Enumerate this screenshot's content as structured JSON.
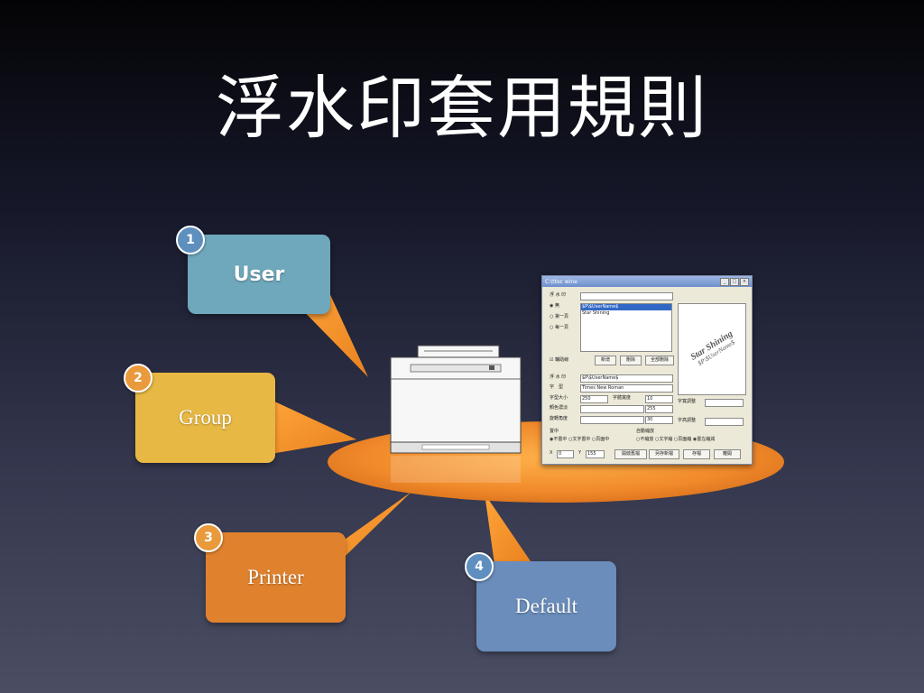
{
  "slide": {
    "title": "浮水印套用規則"
  },
  "rules": [
    {
      "step": "1",
      "label": "User"
    },
    {
      "step": "2",
      "label": "Group"
    },
    {
      "step": "3",
      "label": "Printer"
    },
    {
      "step": "4",
      "label": "Default"
    }
  ],
  "colors": {
    "user": "#6fa8bd",
    "group": "#e8b844",
    "printer": "#e0822d",
    "default": "#6a8dbb",
    "platform": "#f2962f"
  },
  "dialog": {
    "title": "C:\\ttec wine",
    "window_buttons": [
      "_",
      "□",
      "×"
    ],
    "labels": {
      "watermark": "浮 水 印",
      "opt_none": "無",
      "opt_first": "第一頁",
      "opt_each": "每一頁",
      "outline": "輔助線",
      "watermark2": "浮 水 印",
      "font": "字　型",
      "size": "字型大小",
      "color": "顏色濃淡",
      "angle": "旋轉角度",
      "width": "字體寬度",
      "hadjust": "字寬調整",
      "vadjust": "字高調整",
      "center": "置中",
      "autocolor": "自動縮放",
      "x": "X",
      "y": "Y"
    },
    "list_items": [
      "$P\\$UserName$",
      "Star Shining"
    ],
    "fields": {
      "watermark2_value": "$P\\$UserName$",
      "font_value": "Times New Roman",
      "size_value": "250",
      "width_value": "10",
      "color_value": "255",
      "angle_value": "30",
      "x_value": "0",
      "y_value": "155"
    },
    "buttons": {
      "add": "新增",
      "delete": "刪除",
      "delete_all": "全部刪除",
      "open_preset": "開啟舊檔",
      "save_new": "另存新檔",
      "save": "存檔",
      "close": "離開"
    },
    "center_options": "◉不置中 ○文字置中 ○頁面中",
    "scale_options": "○不縮放 ○文字縮 ○頁面縮 ◉置左縮減",
    "preview": {
      "line1": "Star Shining",
      "line2": "$P\\$UserName$"
    }
  }
}
